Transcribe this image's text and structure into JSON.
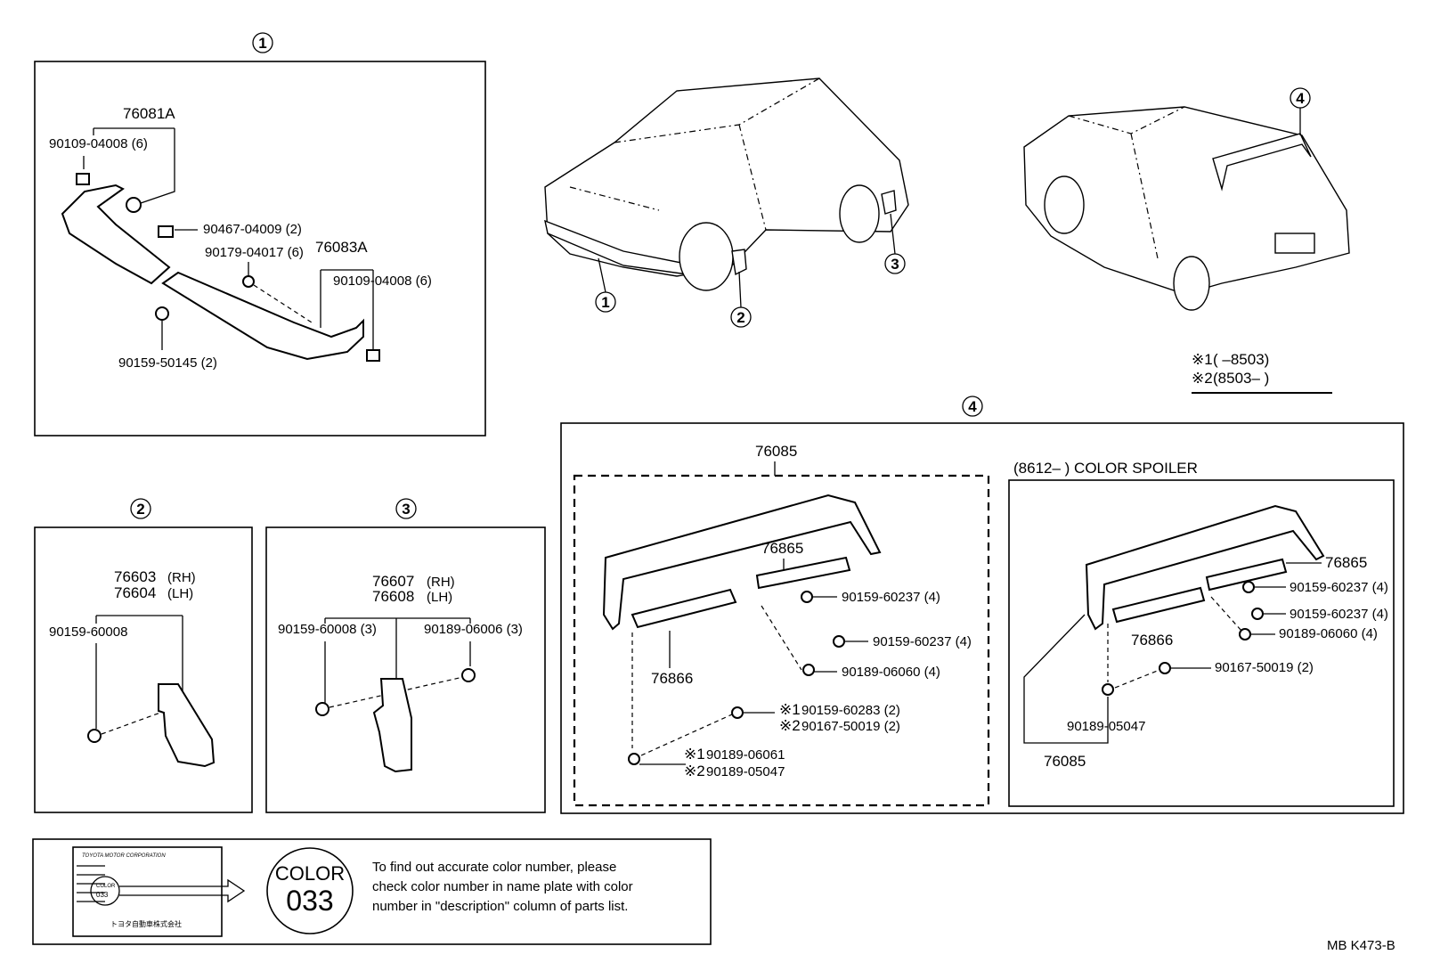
{
  "callouts": {
    "c1": "1",
    "c2": "2",
    "c3": "3",
    "c4": "4"
  },
  "section1": {
    "p76081a": "76081A",
    "p90109_a": "90109-04008 (6)",
    "p90467": "90467-04009 (2)",
    "p90179": "90179-04017 (6)",
    "p76083a": "76083A",
    "p90109_b": "90109-04008 (6)",
    "p90159": "90159-50145 (2)"
  },
  "section2": {
    "p76603": "76603",
    "rh": "(RH)",
    "p76604": "76604",
    "lh": "(LH)",
    "p90159": "90159-60008"
  },
  "section3": {
    "p76607": "76607",
    "rh": "(RH)",
    "p76608": "76608",
    "lh": "(LH)",
    "p90159": "90159-60008 (3)",
    "p90189": "90189-06006 (3)"
  },
  "legend": {
    "mark1": "※1",
    "range1": "(      –8503)",
    "mark2": "※2",
    "range2": "(8503–      )"
  },
  "section4": {
    "left": {
      "p76085": "76085",
      "p76865": "76865",
      "p90159_a": "90159-60237 (4)",
      "p90159_b": "90159-60237 (4)",
      "p90189_a": "90189-06060 (4)",
      "p76866": "76866",
      "m1a": "※1",
      "p90159_c": "90159-60283 (2)",
      "m2a": "※2",
      "p90167": "90167-50019 (2)",
      "m1b": "※1",
      "p90189_b": "90189-06061",
      "m2b": "※2",
      "p90189_c": "90189-05047"
    },
    "right": {
      "title": "(8612–         ) COLOR  SPOILER",
      "p76865": "76865",
      "p90159_a": "90159-60237 (4)",
      "p90159_b": "90159-60237 (4)",
      "p90189_a": "90189-06060 (4)",
      "p76866": "76866",
      "p90167": "90167-50019 (2)",
      "p90189_b": "90189-05047",
      "p76085": "76085"
    }
  },
  "colorplate": {
    "plate_corp": "TOYOTA MOTOR CORPORATION",
    "plate_color": "COLOR",
    "plate_num": "033",
    "color_word": "COLOR",
    "color_num": "033",
    "note1": "To find out accurate color number, please",
    "note2": "check color number in name plate with color",
    "note3": "number in \"description\" column of parts list."
  },
  "footer": {
    "code": "MB  K473-B"
  }
}
